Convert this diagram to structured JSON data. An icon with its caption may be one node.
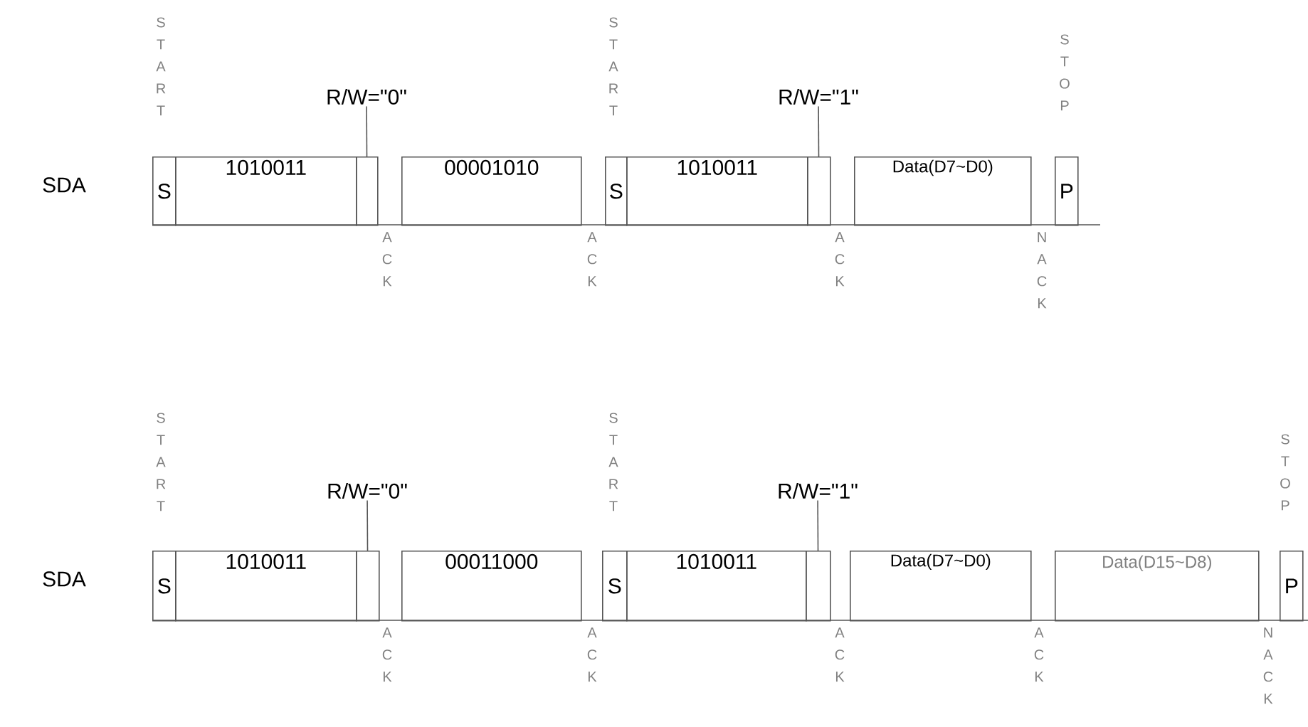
{
  "diagram": {
    "nodes": [
      {
        "text": [
          "S"
        ]
      },
      {
        "text": [
          "1010011"
        ]
      },
      {
        "text": [],
        "shape": "box"
      },
      {
        "text": [
          "R/W=\"0\""
        ]
      },
      {
        "text": [
          "00001010"
        ]
      },
      {
        "text": [
          "S"
        ]
      },
      {
        "text": [
          "1010011"
        ]
      },
      {
        "text": [],
        "shape": "box"
      },
      {
        "text": [
          "R/W=\"1\""
        ]
      },
      {
        "text": [
          "Data(D7~D0)"
        ]
      },
      {
        "text": [
          "P"
        ]
      },
      {
        "text": [
          "S"
        ]
      },
      {
        "text": [
          "1010011"
        ]
      },
      {
        "text": [],
        "shape": "box"
      },
      {
        "text": [
          "R/W=\"0\""
        ]
      },
      {
        "text": [
          "00011000"
        ]
      },
      {
        "text": [
          "S"
        ]
      },
      {
        "text": [
          "1010011"
        ]
      },
      {
        "text": [],
        "shape": "box"
      },
      {
        "text": [
          "R/W=\"1\""
        ]
      },
      {
        "text": [
          "Data(D7~D0)"
        ]
      },
      {
        "text": [
          "Data(D15~D8)"
        ]
      },
      {
        "text": [
          "P"
        ]
      }
    ],
    "edges": [
      {
        "from": 3,
        "to": 2,
        "arrow": "none"
      },
      {
        "from": 8,
        "to": 7,
        "arrow": "none"
      },
      {
        "from": 14,
        "to": 13,
        "arrow": "none"
      },
      {
        "from": 19,
        "to": 18,
        "arrow": "none"
      }
    ],
    "labels": [
      "START",
      "START",
      "STOP",
      "SDA",
      "ACK",
      "ACK",
      "ACK",
      "NACK",
      "START",
      "START",
      "STOP",
      "SDA",
      "ACK",
      "ACK",
      "ACK",
      "ACK",
      "NACK"
    ]
  }
}
